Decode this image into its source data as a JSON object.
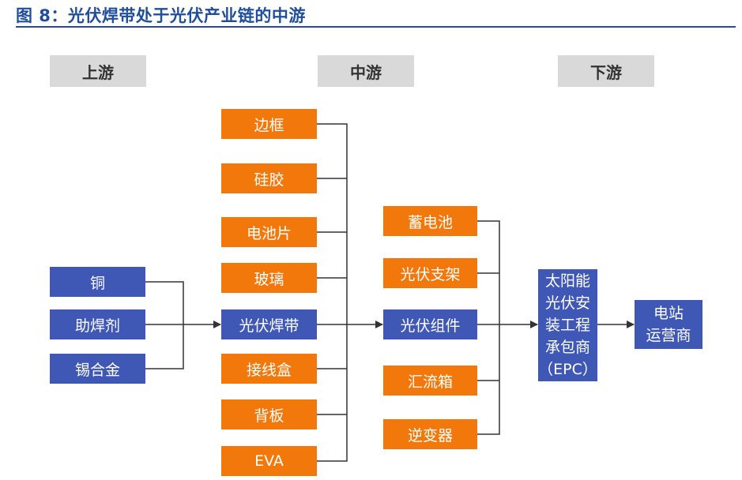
{
  "title": "图 8：光伏焊带处于光伏产业链的中游",
  "colors": {
    "title": "#1f4e9a",
    "stage_header": "#d9d9d9",
    "blue_box": "#3f58b5",
    "orange_box": "#f2780c",
    "connector": "#333333"
  },
  "stages": {
    "upstream": "上游",
    "midstream": "中游",
    "downstream": "下游"
  },
  "upstream_items": [
    "铜",
    "助焊剂",
    "锡合金"
  ],
  "midstream_components": [
    "边框",
    "硅胶",
    "电池片",
    "玻璃",
    "光伏焊带",
    "接线盒",
    "背板",
    "EVA"
  ],
  "midstream_parts": [
    "蓄电池",
    "光伏支架",
    "光伏组件",
    "汇流箱",
    "逆变器"
  ],
  "downstream_epc": "太阳能\n光伏安\n装工程\n承包商\n（EPC）",
  "downstream_operator": "电站\n运营商"
}
